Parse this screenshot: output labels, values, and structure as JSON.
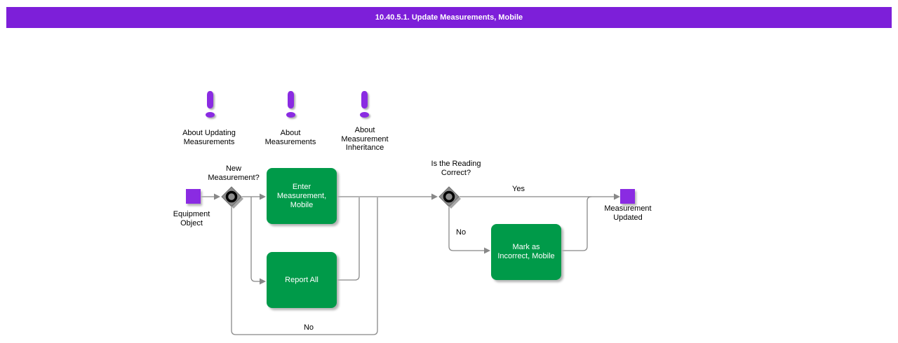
{
  "title_bar": {
    "title": "10.40.5.1. Update Measurements, Mobile"
  },
  "colors": {
    "title_bg": "#7d1fd9",
    "accent_purple": "#8a2be2",
    "activity_green": "#009a49",
    "decision_gray": "#808080",
    "connector_gray": "#888888"
  },
  "info_icons": [
    {
      "icon": "exclamation-icon",
      "label_lines": [
        "About Updating",
        "Measurements"
      ]
    },
    {
      "icon": "exclamation-icon",
      "label_lines": [
        "About",
        "Measurements"
      ]
    },
    {
      "icon": "exclamation-icon",
      "label_lines": [
        "About",
        "Measurement",
        "Inheritance"
      ]
    }
  ],
  "flowchart": {
    "start_node": {
      "label_lines": [
        "Equipment",
        "Object"
      ]
    },
    "decision_new_measurement": {
      "label_lines": [
        "New",
        "Measurement?"
      ]
    },
    "activity_enter_measurement": {
      "label_lines": [
        "Enter",
        "Measurement,",
        "Mobile"
      ]
    },
    "activity_report_all": {
      "label_lines": [
        "Report All"
      ]
    },
    "decision_reading_correct": {
      "label_lines": [
        "Is the Reading",
        "Correct?"
      ]
    },
    "activity_mark_incorrect": {
      "label_lines": [
        "Mark as",
        "Incorrect, Mobile"
      ]
    },
    "end_node": {
      "label_lines": [
        "Measurement",
        "Updated"
      ]
    },
    "edge_labels": {
      "yes": "Yes",
      "no": "No",
      "no_loop": "No"
    }
  }
}
